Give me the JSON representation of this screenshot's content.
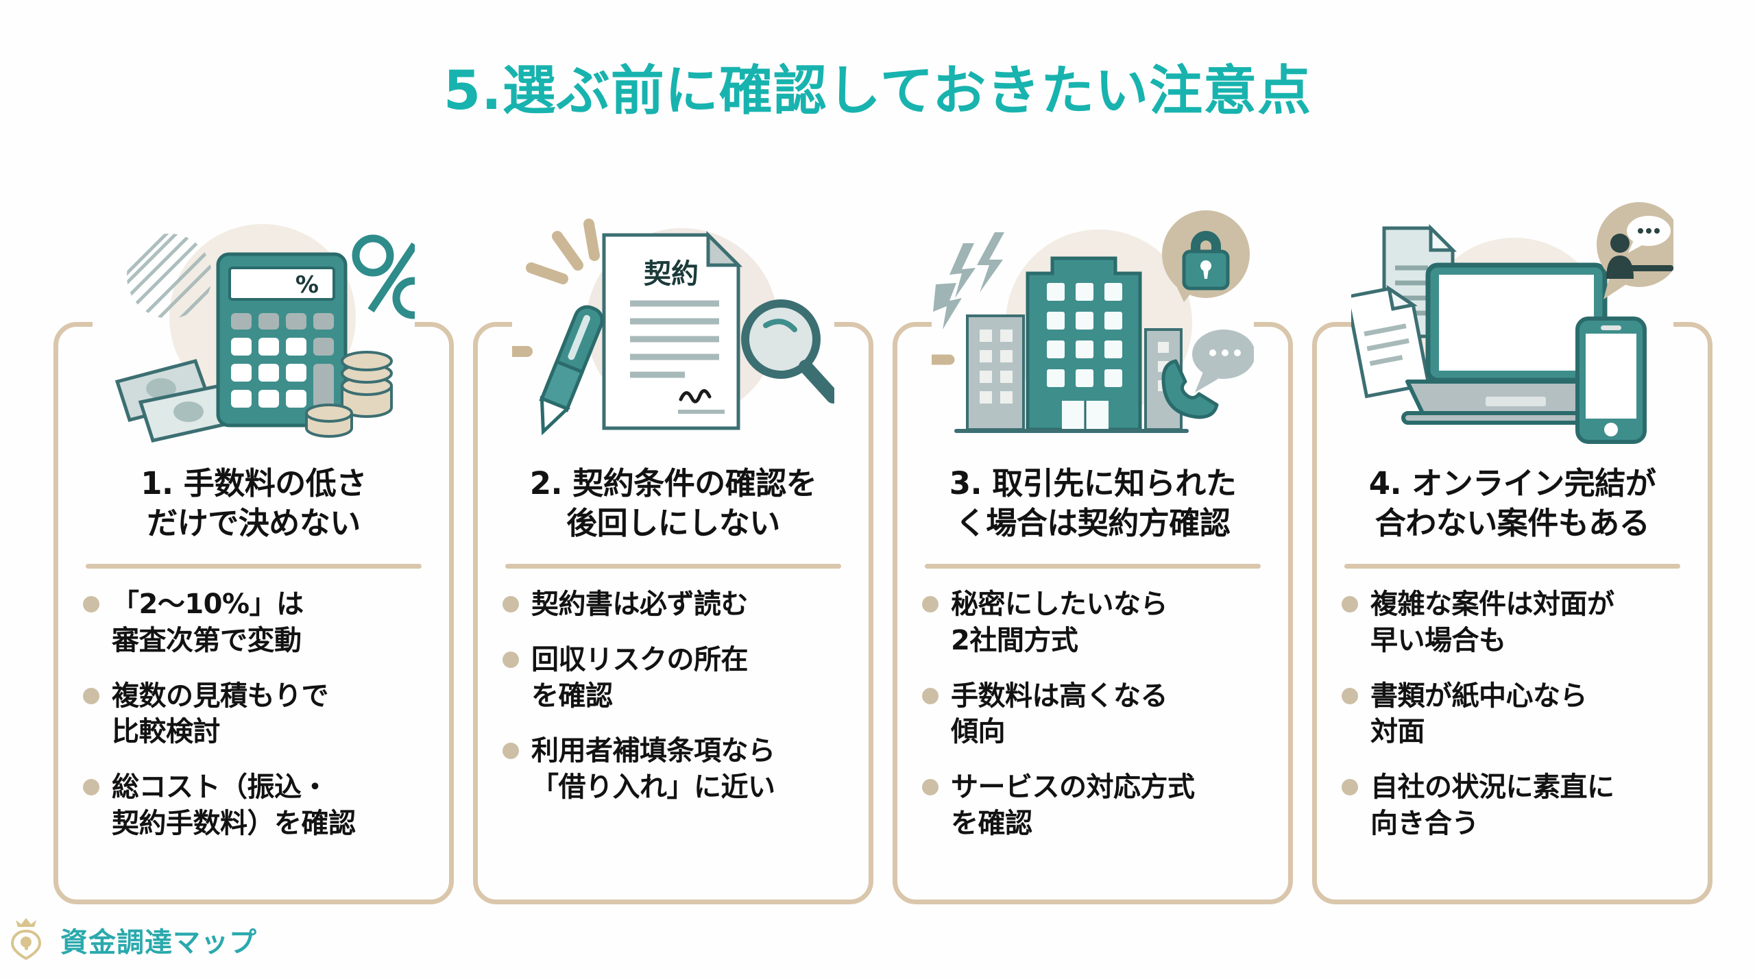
{
  "page": {
    "title": "5.選ぶ前に確認しておきたい注意点",
    "accent_color": "#18b3ae",
    "card_border_color": "#d9c6ab",
    "bullet_color": "#cdbfa5",
    "background": "#ffffff"
  },
  "footer": {
    "logo_text": "資金調達マップ",
    "logo_icon": "crowned-map-pin-icon",
    "logo_color": "#2aa9ad"
  },
  "cards": [
    {
      "illustration": "calculator-money-percent-illustration",
      "illustration_label": "%",
      "heading": "1. 手数料の低さ\nだけで決めない",
      "bullets": [
        "「2〜10%」は\n審査次第で変動",
        "複数の見積もりで\n比較検討",
        "総コスト（振込・\n契約手数料）を確認"
      ]
    },
    {
      "illustration": "contract-document-pen-magnifier-illustration",
      "illustration_label": "契約",
      "heading": "2. 契約条件の確認を\n後回しにしない",
      "bullets": [
        "契約書は必ず読む",
        "回収リスクの所在\nを確認",
        "利用者補填条項なら\n「借り入れ」に近い"
      ]
    },
    {
      "illustration": "office-buildings-lock-phone-illustration",
      "illustration_label": "",
      "heading": "3. 取引先に知られた\nく場合は契約方確認",
      "bullets": [
        "秘密にしたいなら\n2社間方式",
        "手数料は高くなる\n傾向",
        "サービスの対応方式\nを確認"
      ]
    },
    {
      "illustration": "laptop-smartphone-documents-chat-illustration",
      "illustration_label": "",
      "heading": "4. オンライン完結が\n合わない案件もある",
      "bullets": [
        "複雑な案件は対面が\n早い場合も",
        "書類が紙中心なら\n対面",
        "自社の状況に素直に\n向き合う"
      ]
    }
  ]
}
